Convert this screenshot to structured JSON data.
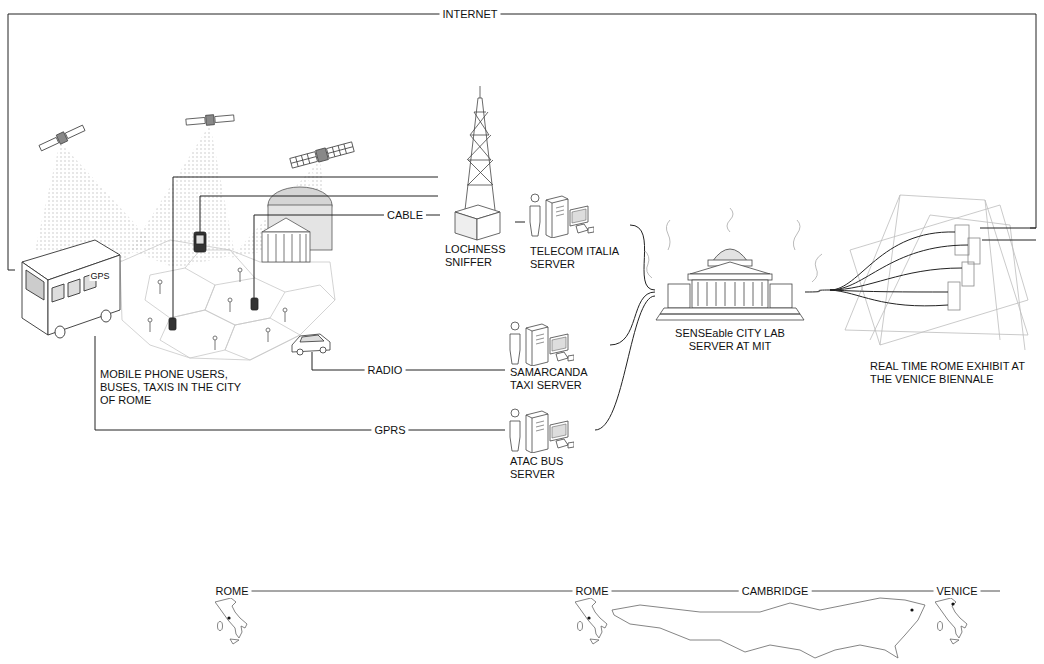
{
  "diagram": {
    "nodes": [
      {
        "text": [
          "MOBILE PHONE USERS, BUSES, TAXIS IN THE CITY OF ROME"
        ]
      },
      {
        "text": [
          "LOCHNESS SNIFFER"
        ]
      },
      {
        "text": [
          "TELECOM ITALIA SERVER"
        ]
      },
      {
        "text": [
          "SAMARCANDA TAXI SERVER"
        ]
      },
      {
        "text": [
          "ATAC BUS SERVER"
        ]
      },
      {
        "text": [
          "SENSEable CITY LAB SERVER AT MIT"
        ]
      },
      {
        "text": [
          "REAL TIME ROME EXHIBIT AT THE VENICE BIENNALE"
        ]
      }
    ],
    "edges": [
      {
        "from": 0,
        "to": 1,
        "label": "CABLE",
        "arrow": "none"
      },
      {
        "from": 1,
        "to": 2,
        "arrow": "none"
      },
      {
        "from": 0,
        "to": 3,
        "label": "RADIO",
        "arrow": "none"
      },
      {
        "from": 0,
        "to": 4,
        "label": "GPRS",
        "arrow": "none"
      },
      {
        "from": 2,
        "to": 5,
        "arrow": "none"
      },
      {
        "from": 3,
        "to": 5,
        "arrow": "none"
      },
      {
        "from": 4,
        "to": 5,
        "arrow": "none"
      },
      {
        "from": 5,
        "to": 6,
        "arrow": "none"
      },
      {
        "from": 0,
        "to": 6,
        "label": "INTERNET",
        "arrow": "none"
      }
    ],
    "labels": [
      "GPS",
      "ROME",
      "ROME",
      "CAMBRIDGE",
      "VENICE"
    ]
  }
}
